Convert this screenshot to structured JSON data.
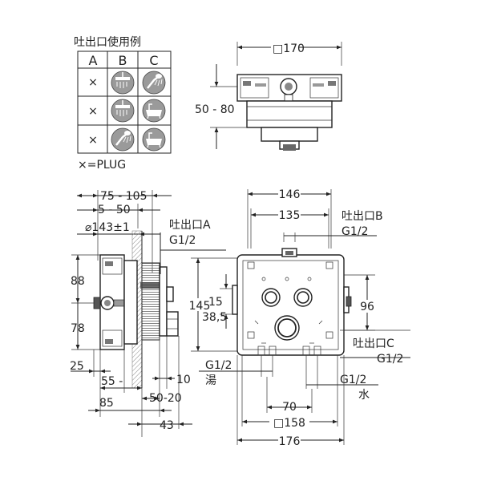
{
  "outlet_table": {
    "title": "吐出口使用例",
    "columns": [
      "A",
      "B",
      "C"
    ],
    "rows": [
      {
        "a": "×",
        "b_icon": "overhead-shower-icon",
        "c_icon": "hand-shower-icon"
      },
      {
        "a": "×",
        "b_icon": "overhead-shower-icon",
        "c_icon": "bathtub-icon"
      },
      {
        "a": "×",
        "b_icon": "hand-shower-icon",
        "c_icon": "bathtub-icon"
      }
    ],
    "legend": "×=PLUG"
  },
  "top_view": {
    "width_label": "□170",
    "depth_label": "50 - 80"
  },
  "side_view": {
    "dim_top_outer": "75 - 105",
    "dim_top_inner": "5 - 50",
    "dim_diameter": "⌀143±1",
    "dim_upper": "88",
    "dim_lower": "78",
    "dim_left_small": "25",
    "dim_bottom_1": "55 -",
    "dim_bottom_2": "85",
    "dim_bottom_3": "50-20",
    "dim_bottom_4": "43",
    "dim_right_small": "10",
    "port_a_label": "吐出口A",
    "port_a_thread": "G1/2"
  },
  "front_view": {
    "dim_outer_width": "146",
    "dim_inner_width": "135",
    "port_b_label": "吐出口B",
    "port_b_thread": "G1/2",
    "dim_height": "145",
    "dim_15": "15",
    "dim_38_5": "38,5",
    "dim_96": "96",
    "port_c_label": "吐出口C",
    "port_c_thread": "G1/2",
    "hot_thread": "G1/2",
    "hot_label": "湯",
    "cold_thread": "G1/2",
    "cold_label": "水",
    "dim_70": "70",
    "dim_158": "□158",
    "dim_176": "176"
  }
}
